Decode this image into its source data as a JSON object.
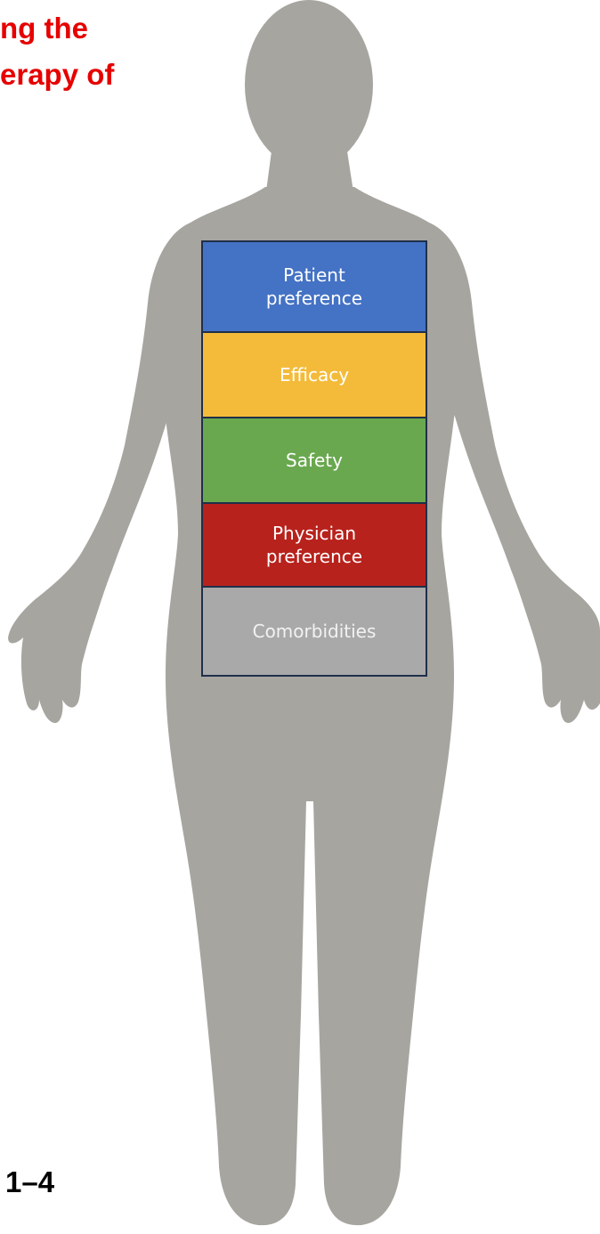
{
  "heading": {
    "line1": "ng the",
    "line2": "erapy of",
    "color": "#e60000"
  },
  "footnote": "1–4",
  "figure": {
    "silhouette_color": "#a7a5a0",
    "factors": [
      {
        "label": "Patient\npreference",
        "fill": "#4472c4",
        "text_color": "#ffffff"
      },
      {
        "label": "Efficacy",
        "fill": "#f4bb3a",
        "text_color": "#ffffff"
      },
      {
        "label": "Safety",
        "fill": "#6aa84f",
        "text_color": "#ffffff"
      },
      {
        "label": "Physician\npreference",
        "fill": "#b8221c",
        "text_color": "#ffffff"
      },
      {
        "label": "Comorbidities",
        "fill": "#a9a9a9",
        "text_color": "#f2f2f2"
      }
    ]
  }
}
